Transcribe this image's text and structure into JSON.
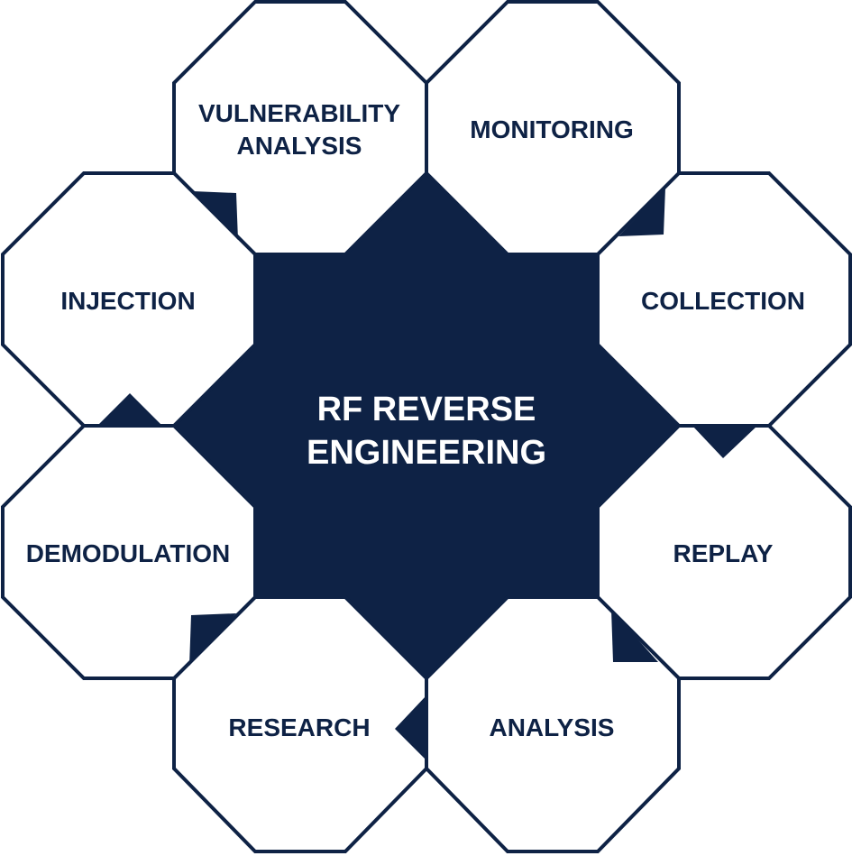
{
  "center": {
    "line1": "RF REVERSE",
    "line2": "ENGINEERING"
  },
  "stages": {
    "vulnerability_line1": "VULNERABILITY",
    "vulnerability_line2": "ANALYSIS",
    "monitoring": "MONITORING",
    "collection": "COLLECTION",
    "replay": "REPLAY",
    "analysis": "ANALYSIS",
    "research": "RESEARCH",
    "demodulation": "DEMODULATION",
    "injection": "INJECTION"
  },
  "colors": {
    "navy": "#0e2245",
    "background": "#ffffff"
  }
}
